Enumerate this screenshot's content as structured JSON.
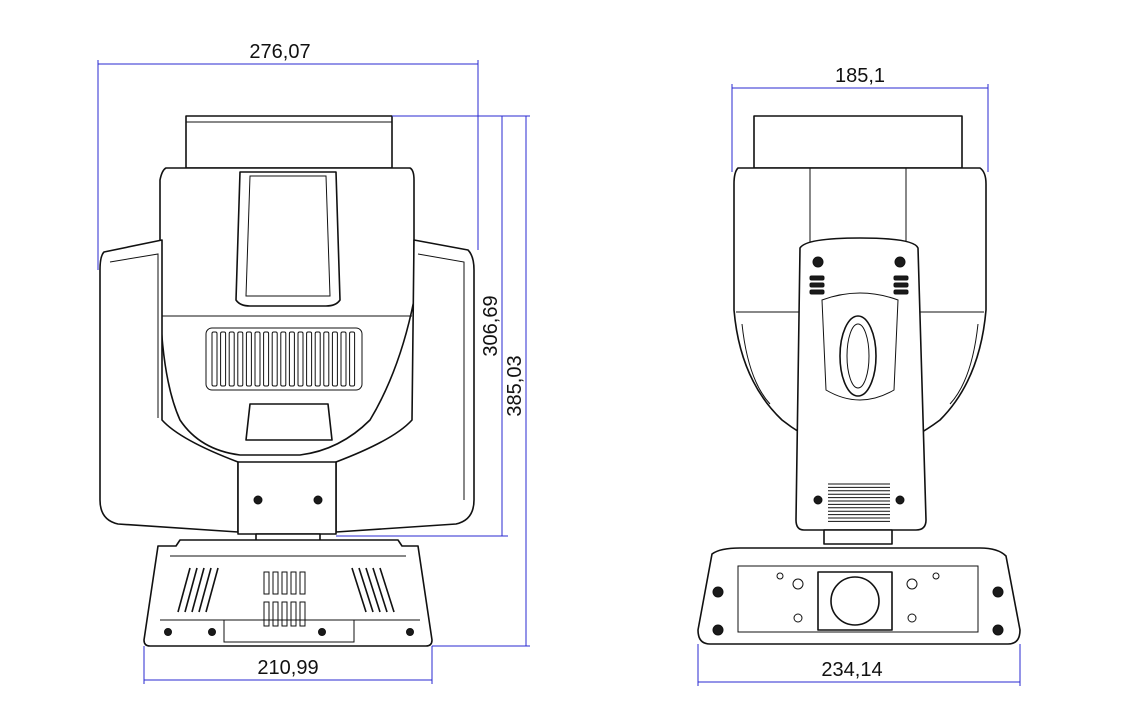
{
  "dimensions": {
    "front_width_top": "276,07",
    "front_height_inner": "306,69",
    "front_height_outer": "385,03",
    "front_base_width": "210,99",
    "side_width_top": "185,1",
    "side_base_width": "234,14"
  },
  "colors": {
    "dimension_line": "#2a2ad0",
    "outline": "#111111"
  }
}
